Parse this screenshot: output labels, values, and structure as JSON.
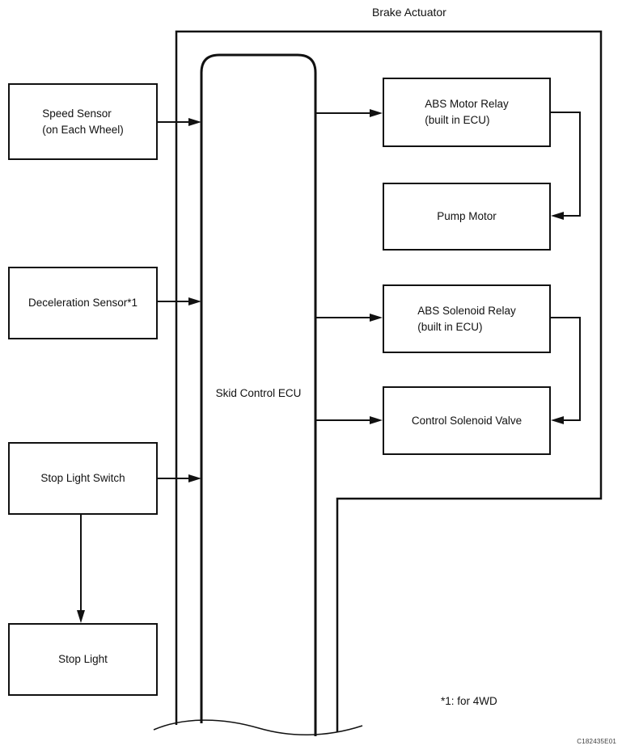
{
  "title": "Brake Actuator",
  "footnote": "*1: for 4WD",
  "figure_code": "C182435E01",
  "colors": {
    "line": "#111111",
    "background": "#ffffff"
  },
  "nodes": {
    "speed_sensor": {
      "label": "Speed Sensor\n(on Each Wheel)"
    },
    "deceleration_sensor": {
      "label": "Deceleration Sensor*1"
    },
    "stop_light_switch": {
      "label": "Stop Light Switch"
    },
    "stop_light": {
      "label": "Stop Light"
    },
    "skid_control_ecu": {
      "label": "Skid Control ECU"
    },
    "abs_motor_relay": {
      "label": "ABS Motor Relay\n(built in ECU)"
    },
    "pump_motor": {
      "label": "Pump Motor"
    },
    "abs_solenoid_relay": {
      "label": "ABS Solenoid Relay\n(built in ECU)"
    },
    "control_solenoid_valve": {
      "label": "Control Solenoid Valve"
    }
  },
  "edges": [
    {
      "from": "speed_sensor",
      "to": "skid_control_ecu",
      "type": "arrow"
    },
    {
      "from": "deceleration_sensor",
      "to": "skid_control_ecu",
      "type": "arrow"
    },
    {
      "from": "stop_light_switch",
      "to": "skid_control_ecu",
      "type": "arrow"
    },
    {
      "from": "stop_light_switch",
      "to": "stop_light",
      "type": "arrow"
    },
    {
      "from": "skid_control_ecu",
      "to": "abs_motor_relay",
      "type": "arrow"
    },
    {
      "from": "skid_control_ecu",
      "to": "abs_solenoid_relay",
      "type": "arrow"
    },
    {
      "from": "skid_control_ecu",
      "to": "control_solenoid_valve",
      "type": "arrow"
    },
    {
      "from": "abs_motor_relay",
      "to": "pump_motor",
      "type": "elbow-arrow"
    },
    {
      "from": "abs_solenoid_relay",
      "to": "control_solenoid_valve",
      "type": "elbow-arrow"
    }
  ],
  "groups": [
    {
      "name": "brake_actuator_boundary",
      "label": "Brake Actuator",
      "contains": [
        "skid_control_ecu",
        "abs_motor_relay",
        "pump_motor",
        "abs_solenoid_relay",
        "control_solenoid_valve"
      ]
    }
  ]
}
